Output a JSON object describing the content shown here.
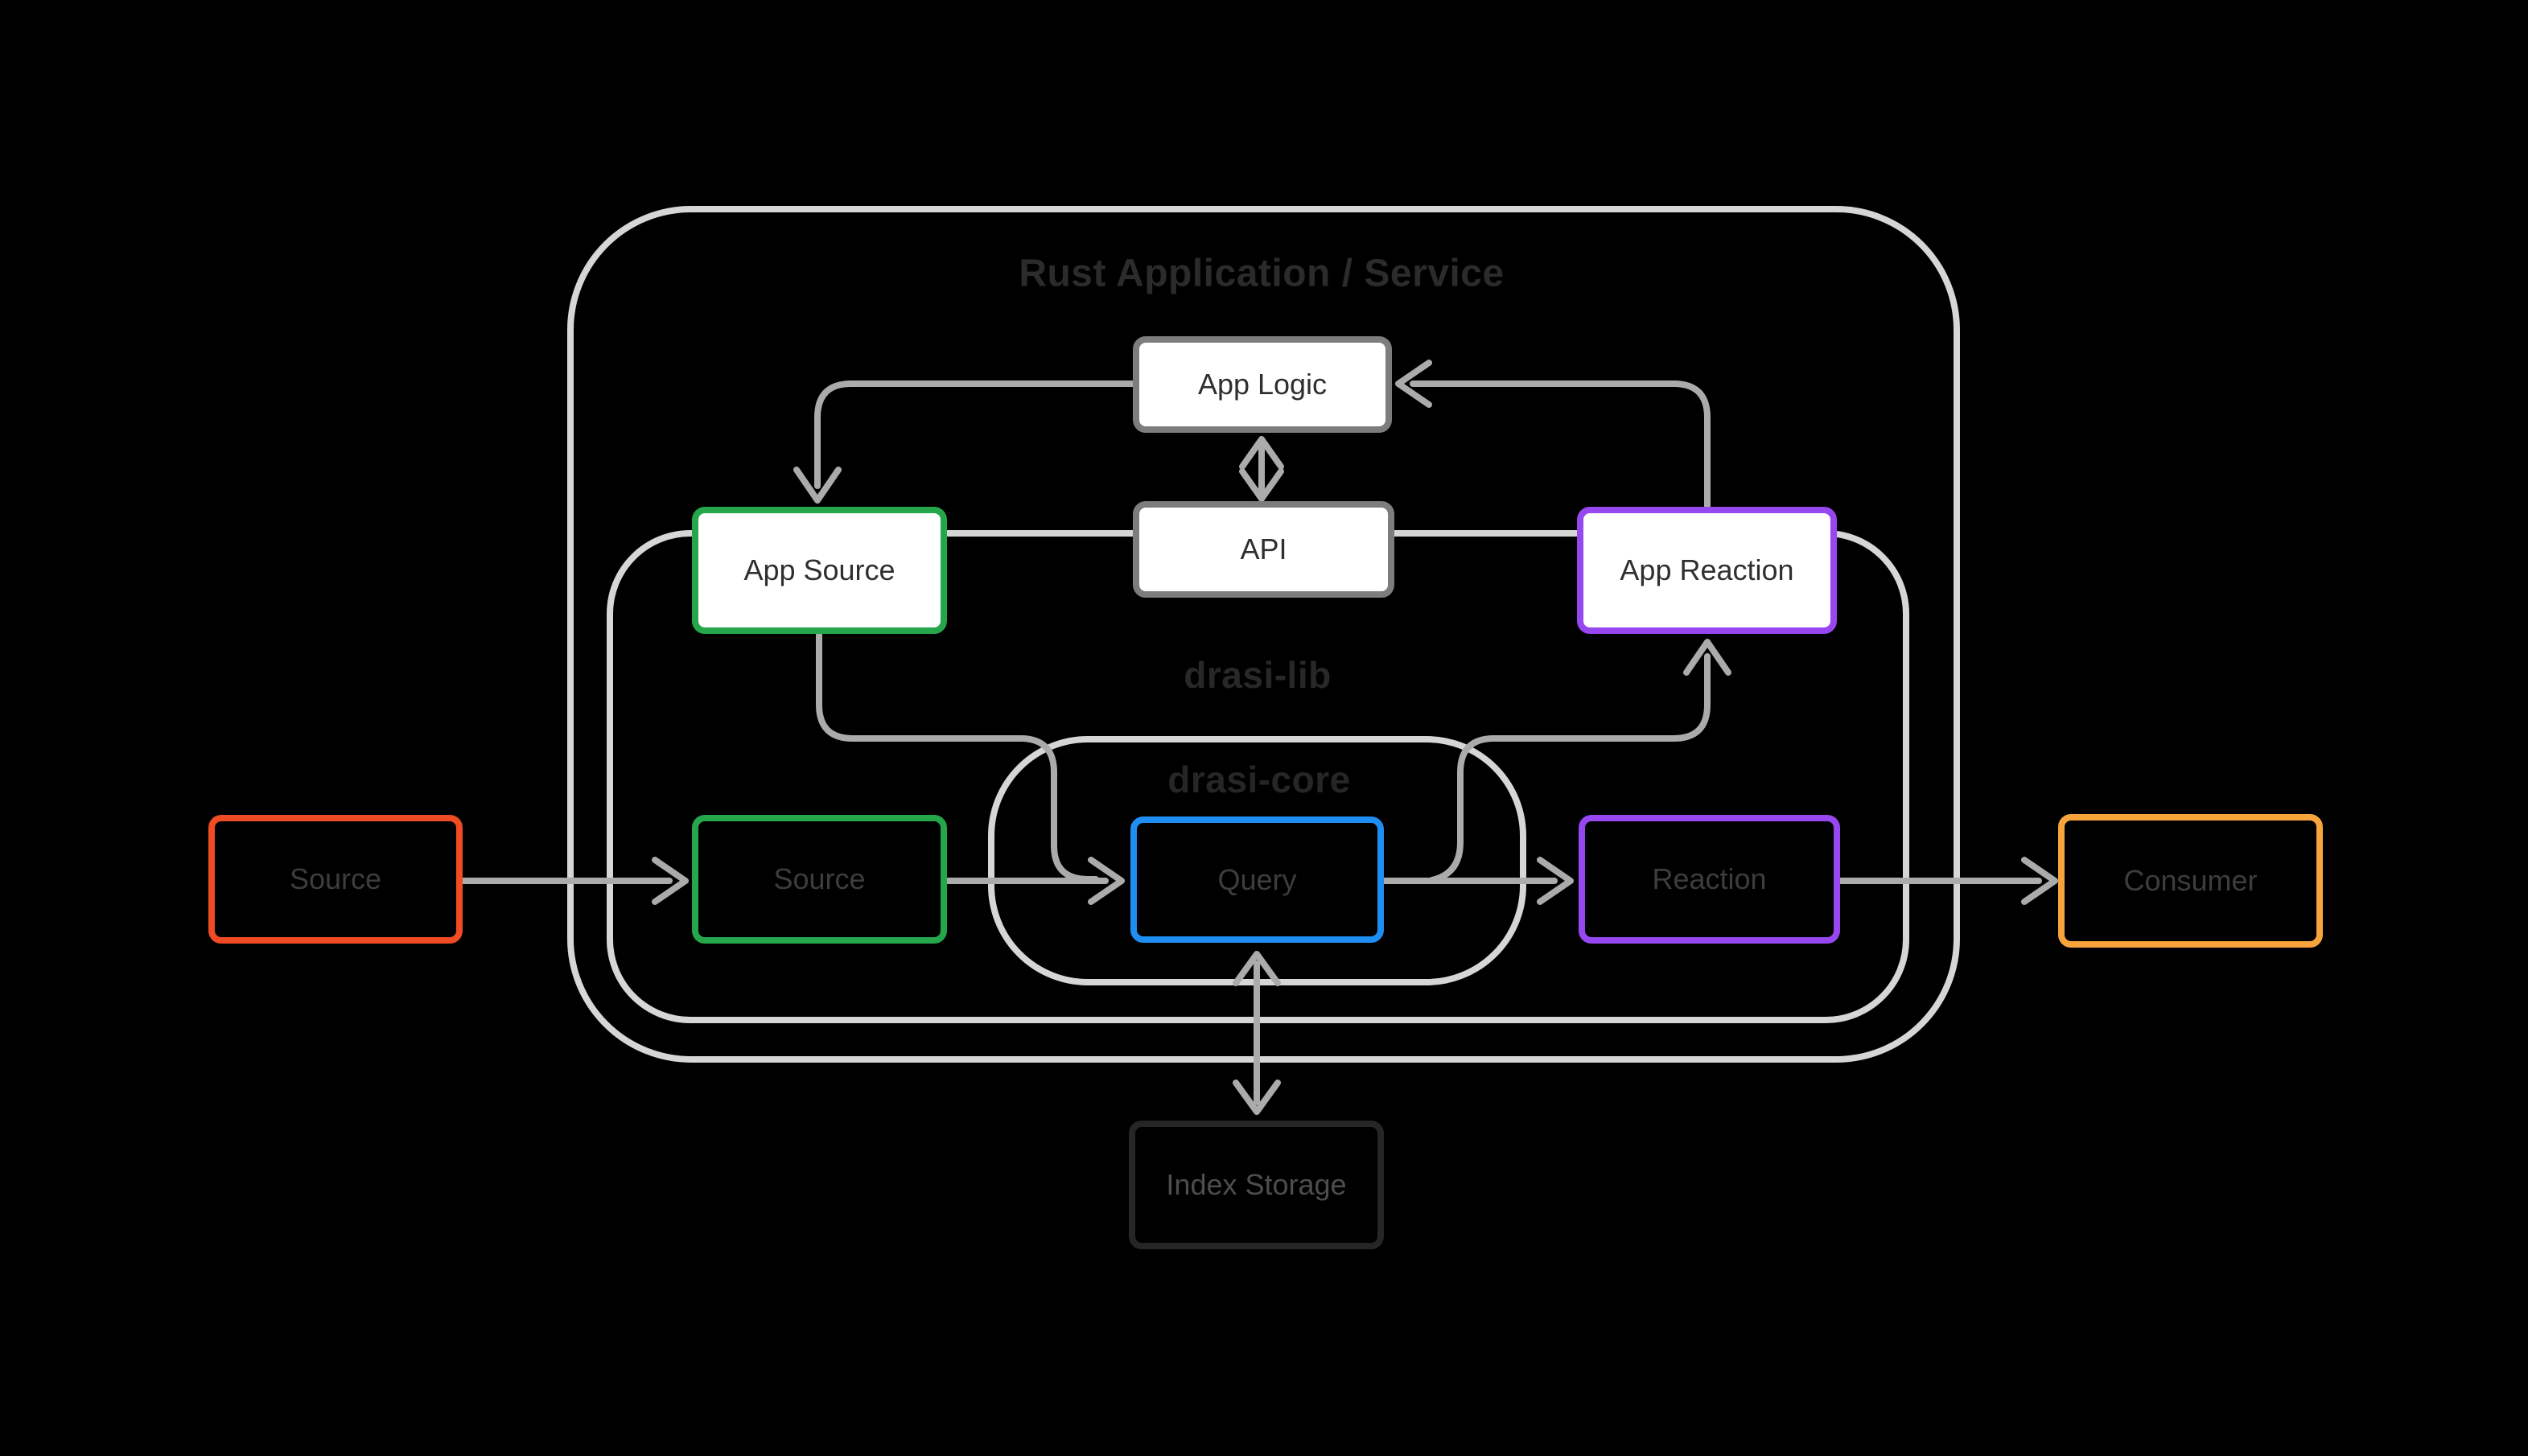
{
  "diagram": {
    "background": "#000000",
    "line_colors": {
      "container_outline": "#d6d6d6",
      "arrow": "#ababab"
    },
    "title": {
      "label": "Rust Application / Service",
      "color": "#2b2b2b"
    },
    "containers": [
      {
        "id": "rust-app",
        "label": "Rust Application / Service",
        "color": "#2b2b2b"
      },
      {
        "id": "drasi-lib",
        "label": "drasi-lib",
        "color": "#282828"
      },
      {
        "id": "drasi-core",
        "label": "drasi-core",
        "color": "#262626"
      }
    ],
    "nodes": [
      {
        "id": "app-logic",
        "label": "App Logic",
        "border": "#7d7d7d",
        "fill": "#ffffff",
        "text": "#2f2f2f"
      },
      {
        "id": "api",
        "label": "API",
        "border": "#7d7d7d",
        "fill": "#ffffff",
        "text": "#2f2f2f"
      },
      {
        "id": "app-source",
        "label": "App Source",
        "border": "#26a64b",
        "fill": "#ffffff",
        "text": "#2f2f2f"
      },
      {
        "id": "app-reaction",
        "label": "App Reaction",
        "border": "#9747f0",
        "fill": "#ffffff",
        "text": "#2f2f2f"
      },
      {
        "id": "source-external",
        "label": "Source",
        "border": "#ef4b25",
        "fill": "transparent",
        "text": "#3d3d3d"
      },
      {
        "id": "source",
        "label": "Source",
        "border": "#26a64b",
        "fill": "transparent",
        "text": "#3d3d3d"
      },
      {
        "id": "query",
        "label": "Query",
        "border": "#1f8ef2",
        "fill": "transparent",
        "text": "#3d3d3d"
      },
      {
        "id": "reaction",
        "label": "Reaction",
        "border": "#9747f0",
        "fill": "transparent",
        "text": "#3d3d3d"
      },
      {
        "id": "consumer",
        "label": "Consumer",
        "border": "#f7a43c",
        "fill": "transparent",
        "text": "#3d3d3d"
      },
      {
        "id": "index-storage",
        "label": "Index Storage",
        "border": "#262626",
        "fill": "transparent",
        "text": "#4d4d4d"
      }
    ],
    "edges": [
      {
        "from": "app-logic",
        "to": "app-source",
        "arrow": "single"
      },
      {
        "from": "app-reaction",
        "to": "app-logic",
        "arrow": "single"
      },
      {
        "from": "app-logic",
        "to": "api",
        "arrow": "double"
      },
      {
        "from": "app-source",
        "to": "query",
        "arrow": "single"
      },
      {
        "from": "source-external",
        "to": "source",
        "arrow": "single"
      },
      {
        "from": "source",
        "to": "query",
        "arrow": "single"
      },
      {
        "from": "query",
        "to": "reaction",
        "arrow": "single"
      },
      {
        "from": "query",
        "to": "app-reaction",
        "arrow": "single"
      },
      {
        "from": "reaction",
        "to": "consumer",
        "arrow": "single"
      },
      {
        "from": "query",
        "to": "index-storage",
        "arrow": "double"
      }
    ]
  }
}
